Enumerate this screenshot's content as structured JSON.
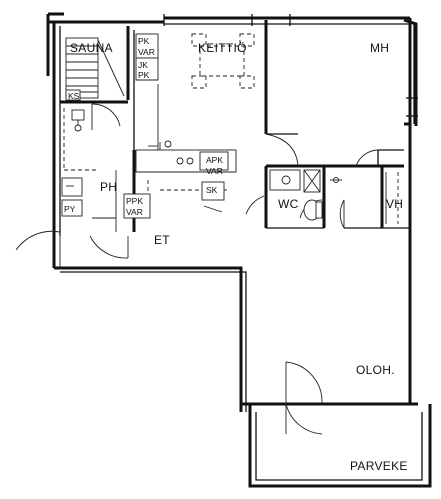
{
  "rooms": {
    "sauna": "SAUNA",
    "keittio": "KEITTIÖ",
    "mh": "MH",
    "ph": "PH",
    "et": "ET",
    "wc": "WC",
    "vh": "VH",
    "oloh": "OLOH.",
    "parveke": "PARVEKE"
  },
  "fixtures": {
    "pk_var_1": "PK",
    "pk_var_2": "VAR",
    "jk_pk_1": "JK",
    "jk_pk_2": "PK",
    "apk_var_1": "APK",
    "apk_var_2": "VAR",
    "sk": "SK",
    "ppk_var_1": "PPK",
    "ppk_var_2": "VAR",
    "py": "PY",
    "ks": "KS"
  }
}
